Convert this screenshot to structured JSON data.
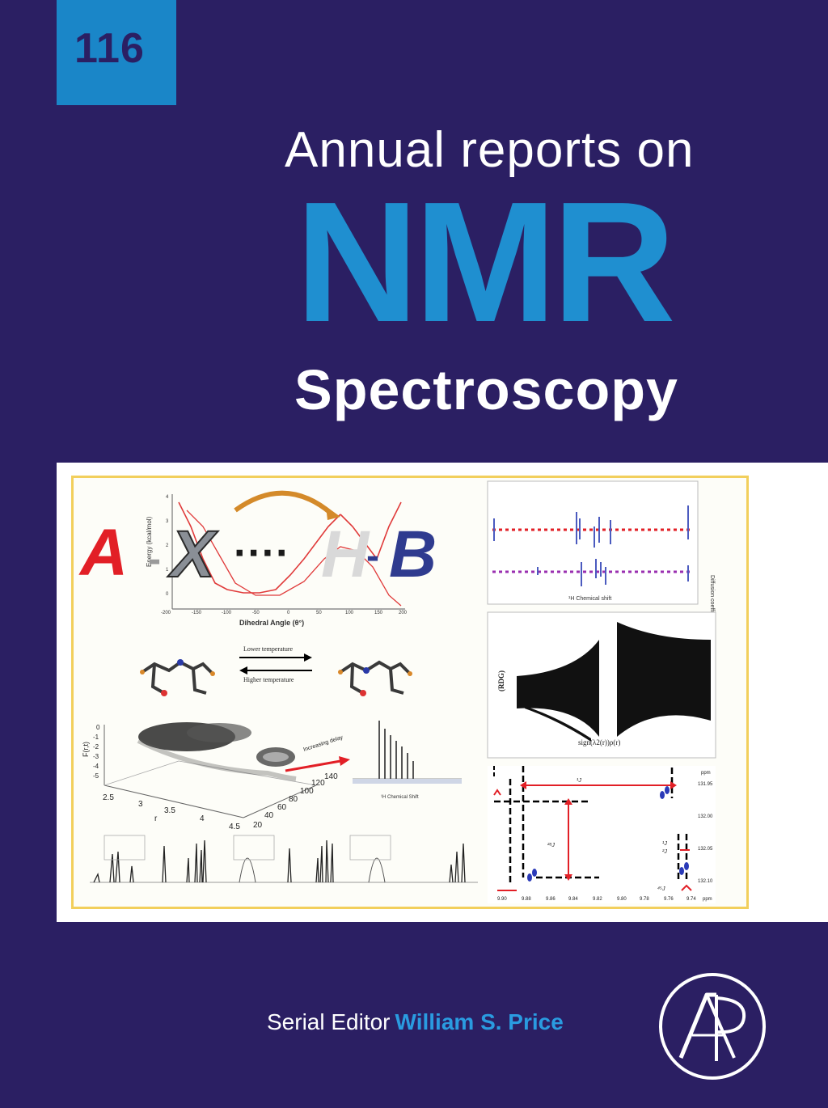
{
  "cover": {
    "volume": "116",
    "series_line1": "Annual reports on",
    "series_big": "NMR",
    "series_line2": "Spectroscopy",
    "editor_prefix": "Serial Editor",
    "editor_name": "William S. Price",
    "colors": {
      "background": "#2b1f63",
      "accent_blue": "#1f8fd0",
      "volume_box": "#1a86c8",
      "frame": "#f2cf5c"
    }
  },
  "figure": {
    "hbond_letters": {
      "a": "A",
      "x": "X",
      "dots": "····",
      "h": "H",
      "b": "B",
      "dash1": "-",
      "dash2": "-"
    },
    "energy_plot": {
      "ylabel": "Energy (kcal/mol)",
      "xlabel": "Dihedral Angle (θ°)",
      "xticks": [
        "-200",
        "-150",
        "-100",
        "-50",
        "0",
        "50",
        "100",
        "150",
        "200"
      ],
      "yticks": [
        "0",
        "1",
        "2",
        "3",
        "4"
      ]
    },
    "equilibrium": {
      "upper": "Lower temperature",
      "lower": "Higher temperature"
    },
    "surface3d": {
      "zlabel": "F(r,t)",
      "zticks": [
        "0",
        "-1",
        "-2",
        "-3",
        "-4",
        "-5"
      ],
      "xticks": [
        "2.5",
        "3",
        "3.5",
        "4",
        "4.5"
      ],
      "xlabel": "r",
      "yticks": [
        "20",
        "40",
        "60",
        "80",
        "100",
        "120",
        "140"
      ],
      "arrow_label": "Increasing delay"
    },
    "stack_spectrum": {
      "xlabel": "¹H Chemical Shift"
    },
    "top_right": {
      "xlabel": "¹H Chemical shift",
      "ylabel": "Diffusion coefficient"
    },
    "rdg": {
      "ylabel": "(RDG)",
      "xlabel": "sign(λ2(r))ρ(r)"
    },
    "coupling": {
      "xunit": "ppm",
      "yunit": "ppm",
      "xticks": [
        "9.90",
        "9.88",
        "9.86",
        "9.84",
        "9.82",
        "9.80",
        "9.78",
        "9.76",
        "9.74"
      ],
      "yticks": [
        "131.95",
        "132.00",
        "132.05",
        "132.10"
      ],
      "j_labels": [
        "¹J",
        "²⁸J",
        "⁴⁵J",
        "¹J",
        "²J"
      ]
    }
  }
}
